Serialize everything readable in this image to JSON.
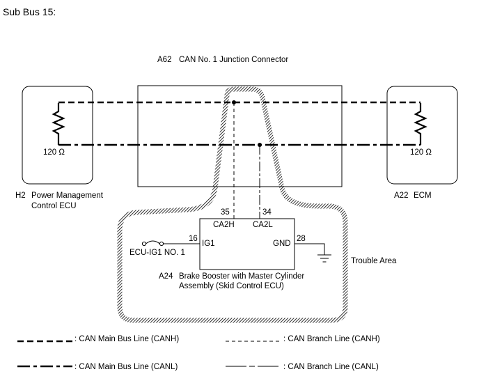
{
  "title": "Sub Bus 15:",
  "junction_connector": {
    "code": "A62",
    "name": "CAN No. 1 Junction Connector"
  },
  "left_ecu": {
    "code": "H2",
    "name_line1": "Power Management",
    "name_line2": "Control ECU",
    "resistor": "120 Ω"
  },
  "right_ecu": {
    "code": "A22",
    "name": "ECM",
    "resistor": "120 Ω"
  },
  "brake_ecu": {
    "code": "A24",
    "name_line1": "Brake Booster with Master Cylinder",
    "name_line2": "Assembly (Skid Control ECU)",
    "pins": {
      "ca2h_num": "35",
      "ca2h": "CA2H",
      "ca2l_num": "34",
      "ca2l": "CA2L",
      "ig1_num": "16",
      "ig1": "IG1",
      "gnd_num": "28",
      "gnd": "GND"
    },
    "fuse": "ECU-IG1 NO. 1"
  },
  "trouble_area": "Trouble Area",
  "legend": {
    "main_canh": ": CAN Main Bus Line (CANH)",
    "branch_canh": ": CAN Branch Line (CANH)",
    "main_canl": ": CAN Main Bus Line (CANL)",
    "branch_canl": ": CAN Branch Line (CANL)"
  }
}
